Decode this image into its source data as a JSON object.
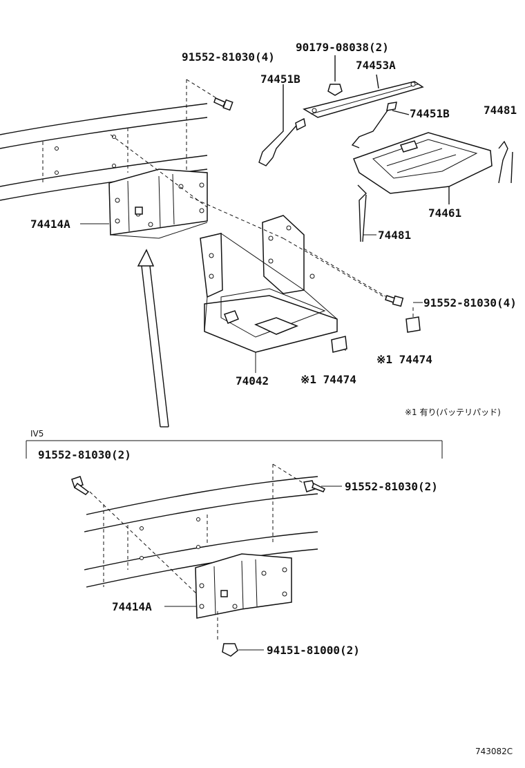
{
  "labels": {
    "bolt_top": "91552-81030(4)",
    "nut_top": "90179-08038(2)",
    "rod_left": "74451B",
    "clamp": "74453A",
    "rod_right": "74451B",
    "clip_top": "74481",
    "bracket_upper": "74414A",
    "cover": "74461",
    "clip_mid": "74481",
    "bolt_right": "91552-81030(4)",
    "pad_right": "※1 74474",
    "tray": "74042",
    "pad_center": "※1 74474",
    "note": "※1 有り(バッテリパッド)",
    "variant": "IV5",
    "bolt_lower_left": "91552-81030(2)",
    "bolt_lower_right": "91552-81030(2)",
    "bracket_lower": "74414A",
    "nut_lower": "94151-81000(2)",
    "diagram_code": "743082C"
  }
}
